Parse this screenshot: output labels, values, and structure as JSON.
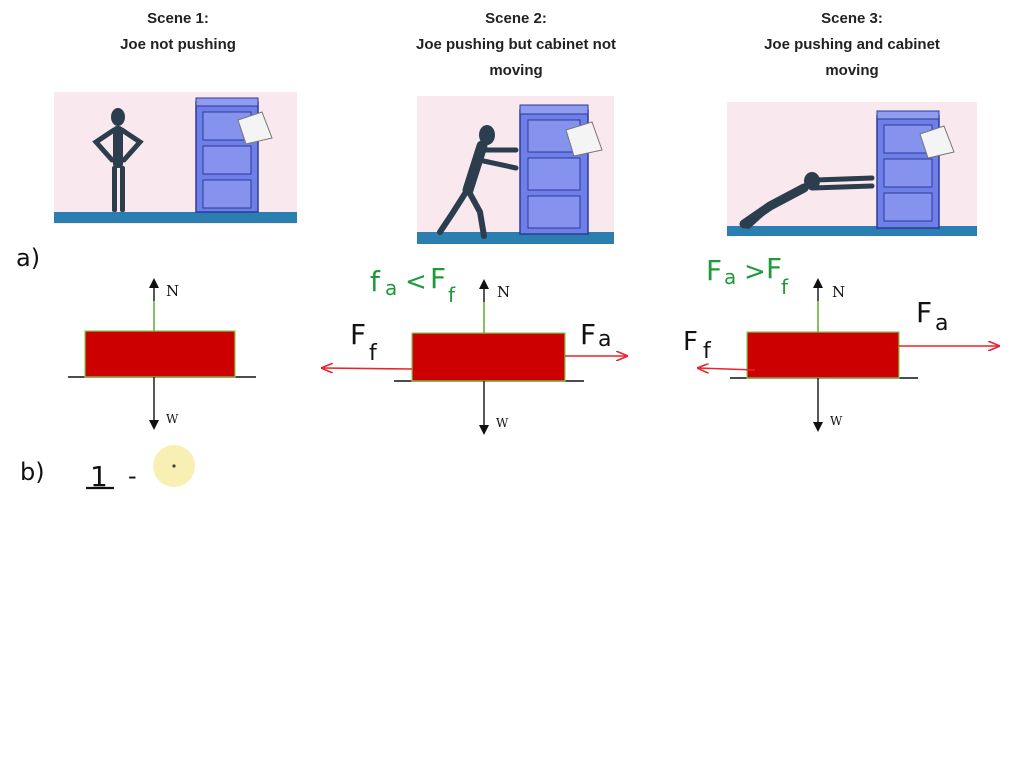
{
  "scenes": [
    {
      "title": "Scene 1:",
      "subtitle_lines": [
        "Joe not pushing"
      ]
    },
    {
      "title": "Scene 2:",
      "subtitle_lines": [
        "Joe pushing but cabinet not",
        "moving"
      ]
    },
    {
      "title": "Scene 3:",
      "subtitle_lines": [
        "Joe pushing and cabinet",
        "moving"
      ]
    }
  ],
  "part_labels": {
    "a": "a)",
    "b": "b)"
  },
  "diagram_labels": {
    "normal": "N",
    "weight": "W",
    "applied_F": "F",
    "applied_sub": "a",
    "friction_F": "F",
    "friction_sub": "f"
  },
  "handwritten": {
    "scene2_relation": {
      "left_F": "f",
      "left_sub": "a",
      "op": "<",
      "right_F": "F",
      "right_sub": "f"
    },
    "scene3_relation": {
      "left_F": "F",
      "left_sub": "a",
      "op": ">",
      "right_F": "F",
      "right_sub": "f"
    },
    "answer_b": {
      "number": "1",
      "dash": "-"
    }
  },
  "colors": {
    "block": "#cc0000",
    "block_edge": "#7fcf4f",
    "force_arrow": "#e8242c",
    "vertical_arrow": "#111111",
    "green_note": "#1e9a3a",
    "ink": "#111111",
    "scene_bg": "#f9e8ee",
    "floor": "#2a7fb0",
    "cabinet": "#6f7fe8",
    "figure": "#2c3e4e",
    "cursor": "#f6eeaa"
  }
}
